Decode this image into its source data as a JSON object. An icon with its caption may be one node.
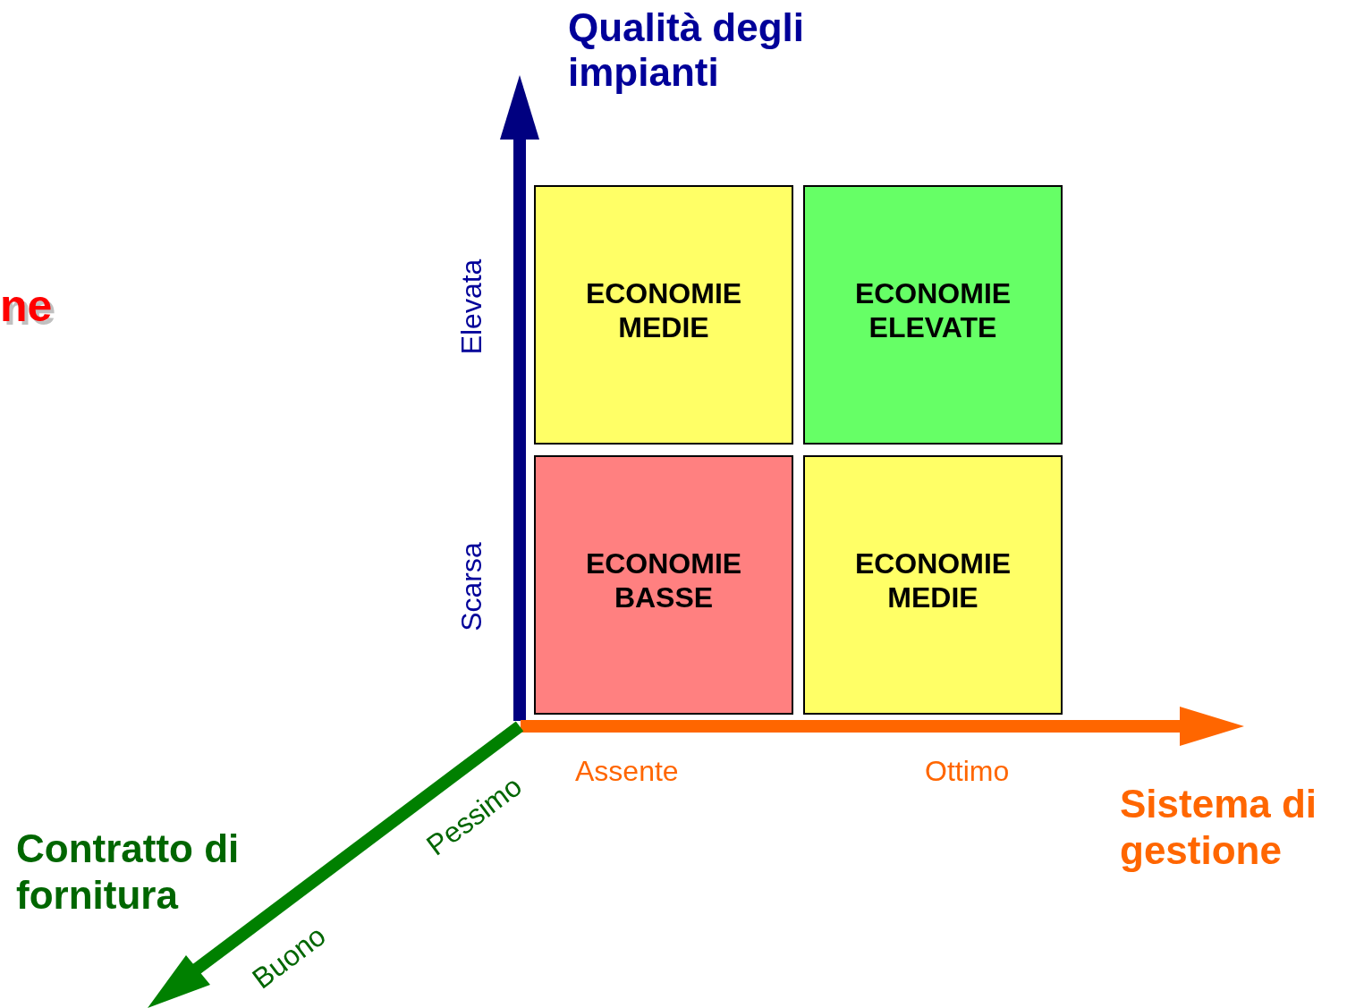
{
  "diagram": {
    "nodes": [
      {
        "text": [
          "ECONOMIE MEDIE"
        ]
      },
      {
        "text": [
          "ECONOMIE ELEVATE"
        ]
      },
      {
        "text": [
          "ECONOMIE BASSE"
        ]
      },
      {
        "text": [
          "ECONOMIE MEDIE"
        ]
      }
    ],
    "labels": [
      "Qualità degli impianti",
      "ne",
      "Elevata",
      "Scarsa",
      "Assente",
      "Ottimo",
      "Pessimo",
      "Sistema di gestione",
      "Contratto di fornitura",
      "Buono"
    ]
  }
}
